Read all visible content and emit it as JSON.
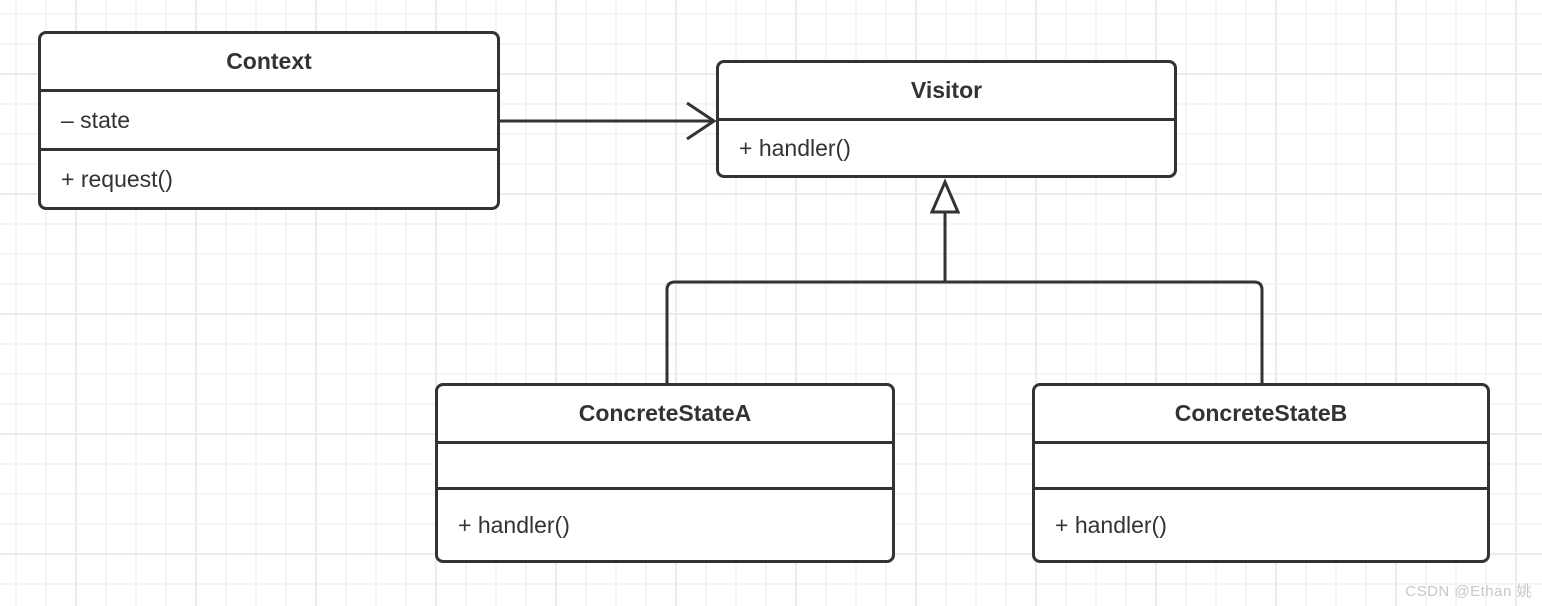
{
  "colors": {
    "line": "#333333",
    "text": "#333333",
    "box_fill": "#ffffff",
    "grid_minor": "#f5f5f5",
    "grid_major": "#ebebeb",
    "watermark": "#c8c8c8"
  },
  "classes": {
    "context": {
      "title": "Context",
      "attributes": "– state",
      "methods": "+ request()"
    },
    "visitor": {
      "title": "Visitor",
      "methods": "+ handler()"
    },
    "concrete_state_a": {
      "title": "ConcreteStateA",
      "attributes": "",
      "methods": "+ handler()"
    },
    "concrete_state_b": {
      "title": "ConcreteStateB",
      "attributes": "",
      "methods": "+ handler()"
    }
  },
  "relationships": [
    {
      "from": "Context",
      "to": "Visitor",
      "type": "association",
      "arrow": "open"
    },
    {
      "from": "ConcreteStateA",
      "to": "Visitor",
      "type": "generalization",
      "arrow": "hollow-triangle"
    },
    {
      "from": "ConcreteStateB",
      "to": "Visitor",
      "type": "generalization",
      "arrow": "hollow-triangle"
    }
  ],
  "watermark": {
    "text": "CSDN @Ethan 姚"
  }
}
